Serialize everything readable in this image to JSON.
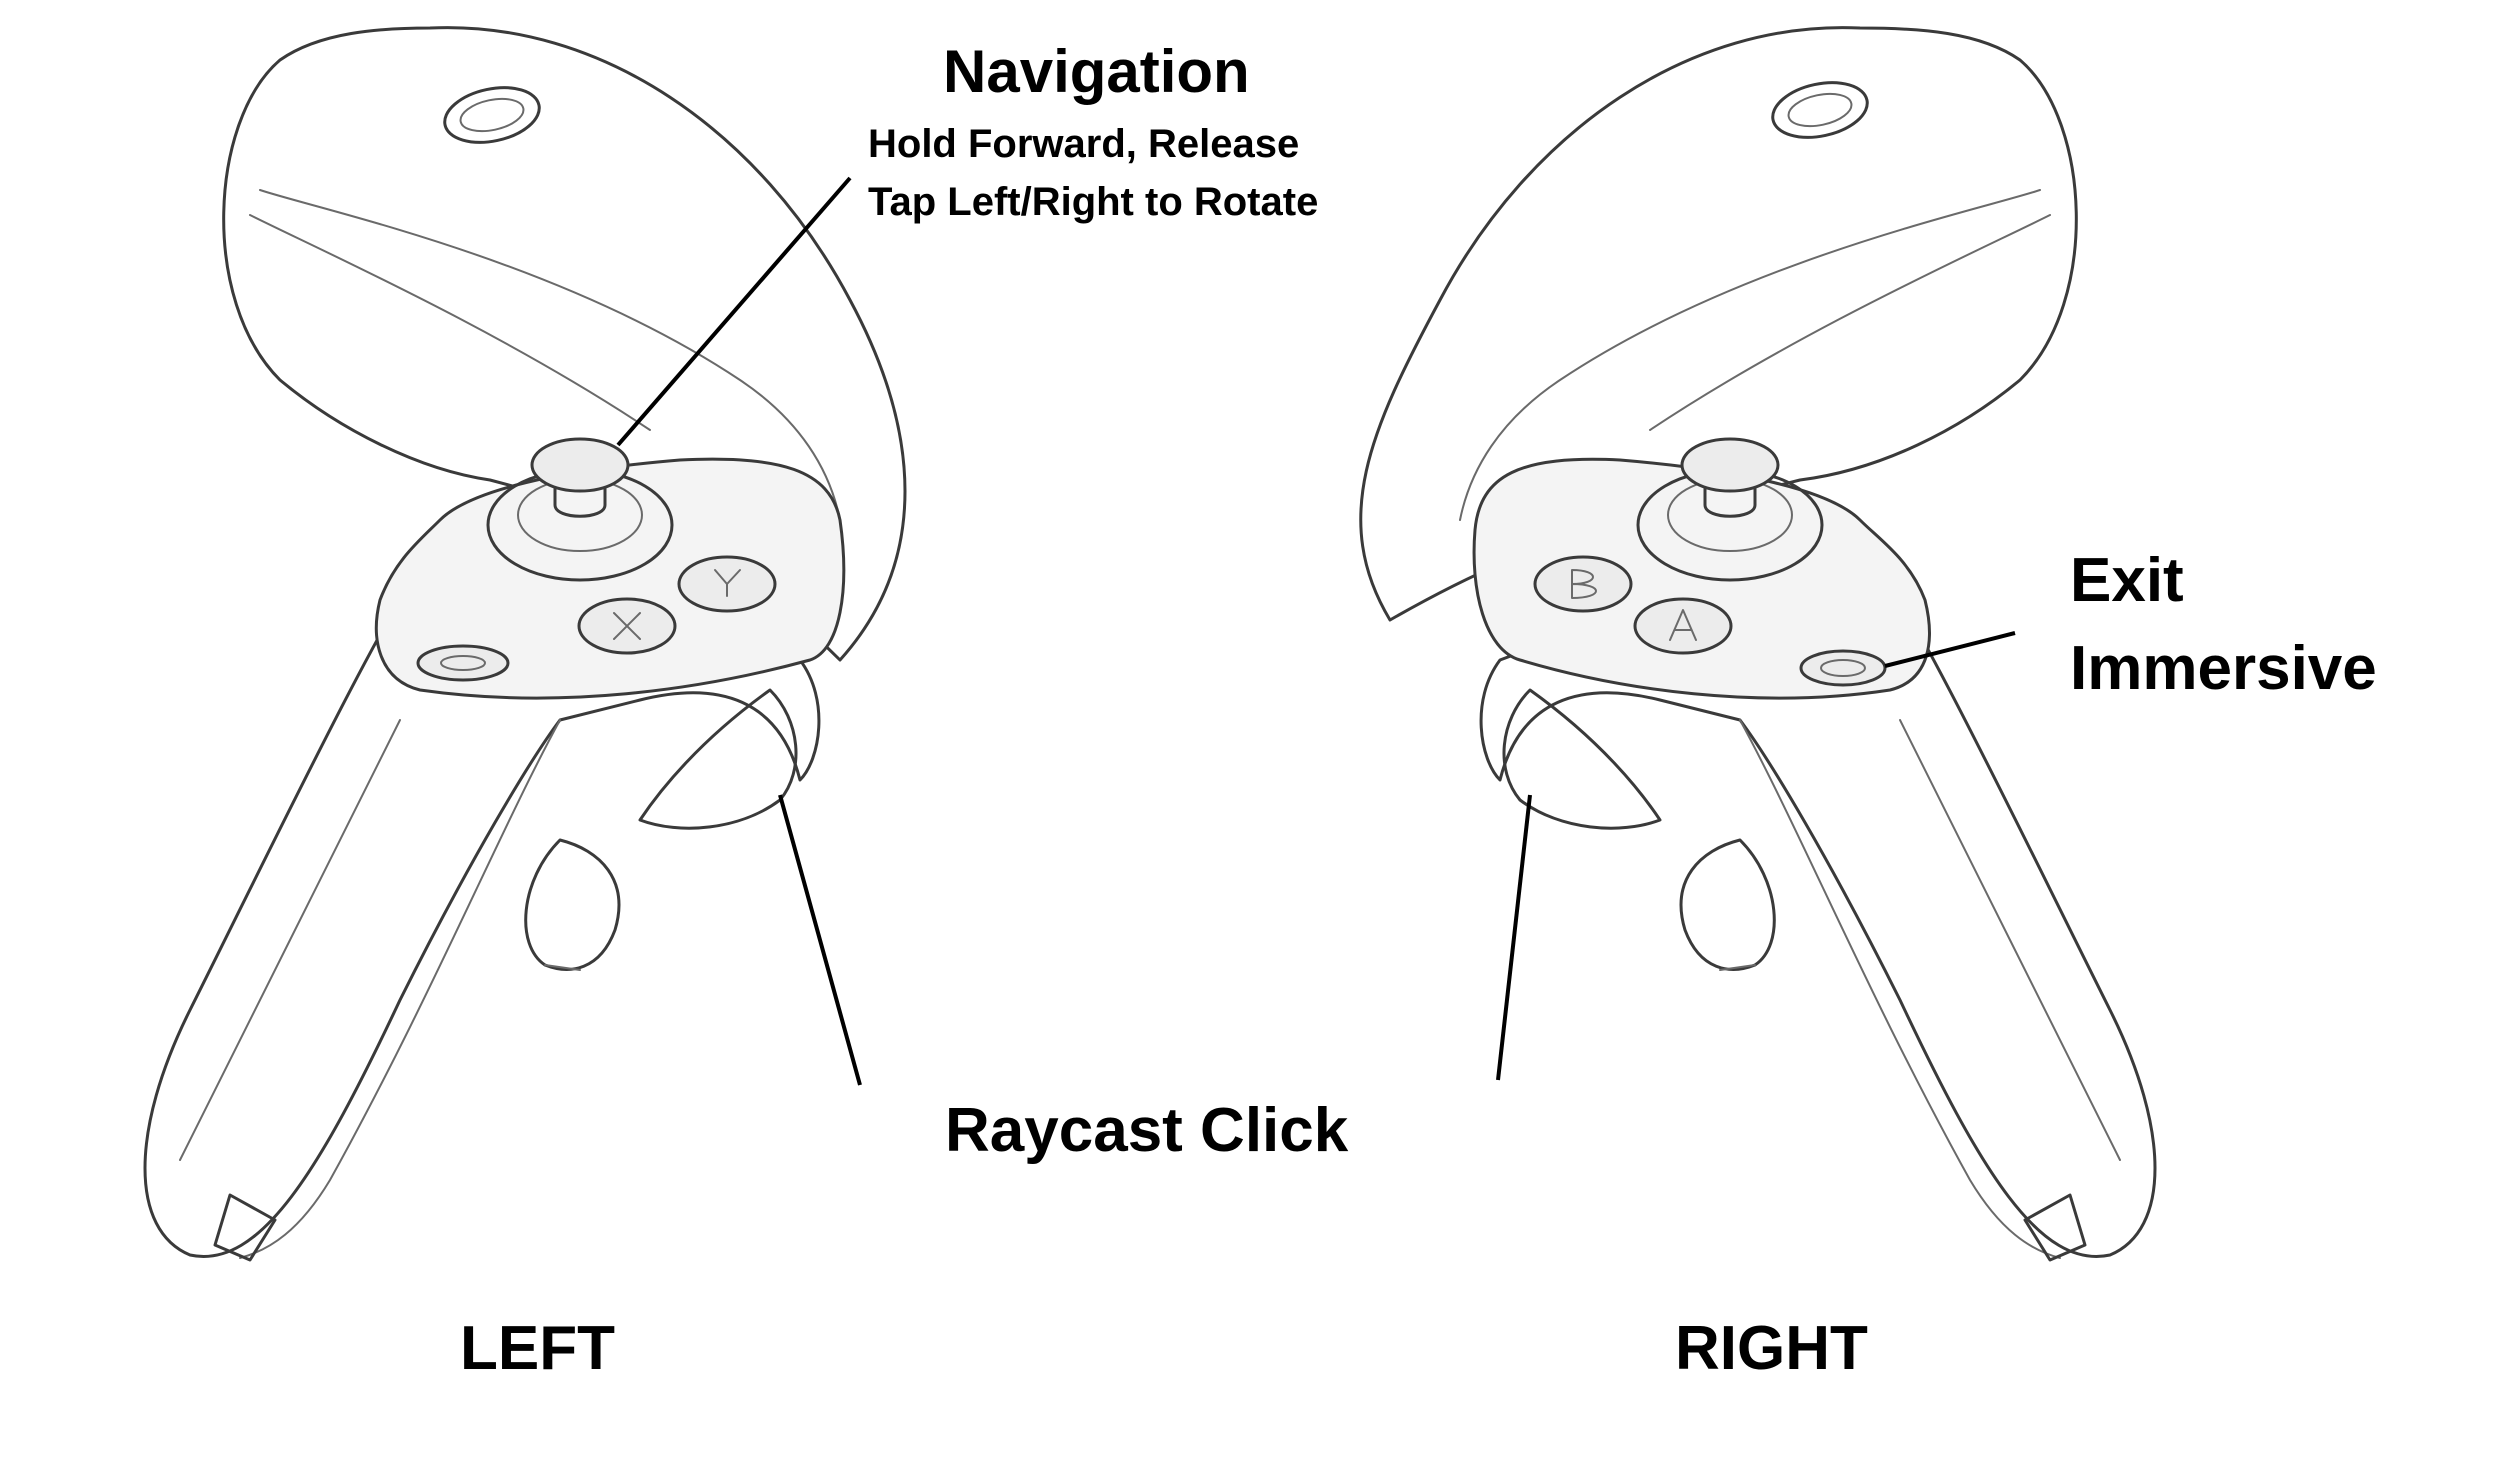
{
  "labels": {
    "navigation_title": "Navigation",
    "navigation_line1": "Hold Forward, Release",
    "navigation_line2": "Tap Left/Right to Rotate",
    "exit_line1": "Exit",
    "exit_line2": "Immersive",
    "raycast": "Raycast Click",
    "left": "LEFT",
    "right": "RIGHT"
  }
}
